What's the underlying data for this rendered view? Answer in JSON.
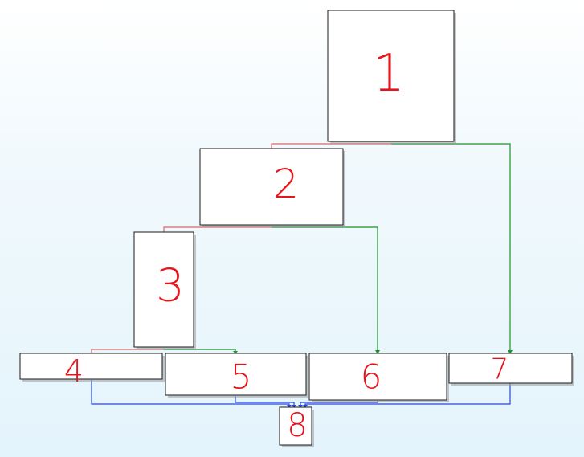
{
  "colors": {
    "label": "#e8141b",
    "edge_first_child": "#e06666",
    "edge_other_child": "#1f8f2a",
    "edge_merge": "#2846d8"
  },
  "nodes": [
    {
      "id": "n1",
      "label": "1"
    },
    {
      "id": "n2",
      "label": "2"
    },
    {
      "id": "n3",
      "label": "3"
    },
    {
      "id": "n4",
      "label": "4"
    },
    {
      "id": "n5",
      "label": "5"
    },
    {
      "id": "n6",
      "label": "6"
    },
    {
      "id": "n7",
      "label": "7"
    },
    {
      "id": "n8",
      "label": "8"
    }
  ],
  "edges": [
    {
      "from": "n1",
      "to": "n2",
      "kind": "first_child"
    },
    {
      "from": "n1",
      "to": "n7",
      "kind": "other_child"
    },
    {
      "from": "n2",
      "to": "n3",
      "kind": "first_child"
    },
    {
      "from": "n2",
      "to": "n6",
      "kind": "other_child"
    },
    {
      "from": "n3",
      "to": "n4",
      "kind": "first_child"
    },
    {
      "from": "n3",
      "to": "n5",
      "kind": "other_child"
    },
    {
      "from": "n4",
      "to": "n8",
      "kind": "merge"
    },
    {
      "from": "n5",
      "to": "n8",
      "kind": "merge"
    },
    {
      "from": "n6",
      "to": "n8",
      "kind": "merge"
    },
    {
      "from": "n7",
      "to": "n8",
      "kind": "merge"
    }
  ]
}
